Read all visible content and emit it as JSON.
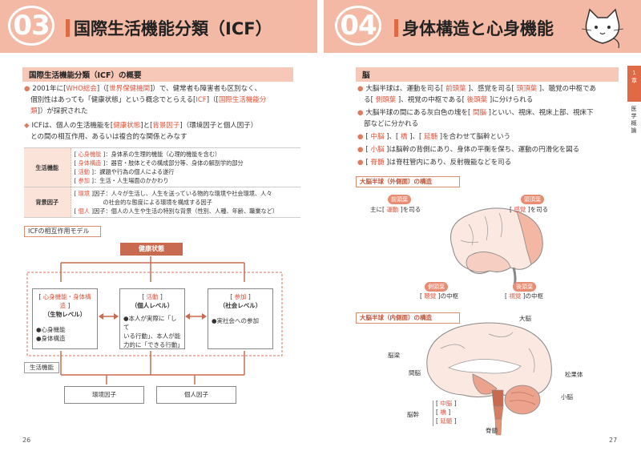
{
  "left": {
    "chapter_num": "03",
    "chapter_title": "国際生活機能分類（ICF）",
    "section_pill": "国際生活機能分類（ICF）の概要",
    "para1_a": "2001年に",
    "para1_who": "WHO総会",
    "para1_b": "（",
    "para1_whoorg": "世界保健機関",
    "para1_c": "）で、健常者も障害者も区別なく、",
    "para1_line2a": "個別性はあっても「健康状態」という概念でとらえる",
    "para1_icf": "ICF",
    "para1_line2b": "（",
    "para1_icfname": "国際生活機能分",
    "para1_line3a": "類",
    "para1_line3b": "）が採択された",
    "para2_a": "ICFは、個人の生活機能を",
    "para2_health": "健康状態",
    "para2_b": "と",
    "para2_bg": "背景因子",
    "para2_c": "（環境因子と個人因子）",
    "para2_line2": "との間の相互作用、あるいは複合的な関係とみなす",
    "table": {
      "row1_head": "生活機能",
      "row1_lines": [
        {
          "key": "心身機能",
          "text": "：身体系の生理的機能（心理的機能を含む）"
        },
        {
          "key": "身体構造",
          "text": "：器官・肢体とその構成部分等、身体の解剖学的部分"
        },
        {
          "key": "活動",
          "text": "：課題や行為の個人による遂行"
        },
        {
          "key": "参加",
          "text": "：生活・人生場面のかかわり"
        }
      ],
      "row2_head": "背景因子",
      "row2_env_key": "環境",
      "row2_env_text1": "因子：人々が生活し、人生を送っている物的な環境や社会環境、人々",
      "row2_env_text2": "の社会的な態度による環境を構成する因子",
      "row2_pers_key": "個人",
      "row2_pers_text": "因子：個人の人生や生活の特別な背景（性別、人種、年齢、職業など）"
    },
    "model_title": "ICFの相互作用モデル",
    "model": {
      "health": "健康状態",
      "body_key": "心身機能・身体構造",
      "body_level": "（生物レベル）",
      "body_item1": "●心身機能",
      "body_item2": "●身体構造",
      "act_key": "活動",
      "act_level": "（個人レベル）",
      "act_item1": "●本人が実際に「して",
      "act_item2": "いる行動」、本人が能",
      "act_item3": "力的に「できる行動」",
      "part_key": "参加",
      "part_level": "（社会レベル）",
      "part_item1": "●実社会への参加",
      "life_label": "生活機能",
      "env": "環境因子",
      "pers": "個人因子"
    },
    "page_num": "26"
  },
  "right": {
    "chapter_num": "04",
    "chapter_title": "身体構造と心身機能",
    "section_pill": "脳",
    "b1_a": "大脳半球は、運動を司る",
    "b1_frontal": "前頭葉",
    "b1_b": "、感覚を司る",
    "b1_parietal": "頭頂葉",
    "b1_c": "、聴覚の中枢であ",
    "b1_line2a": "る",
    "b1_temporal": "側頭葉",
    "b1_line2b": "、視覚の中枢である",
    "b1_occipital": "後頭葉",
    "b1_line2c": "に分けられる",
    "b2_a": "大脳半球の間にある灰白色の塊を",
    "b2_dien": "間脳",
    "b2_b": "といい、視床、視床上部、視床下",
    "b2_line2": "部などに分かれる",
    "b3_mid": "中脳",
    "b3_pons": "橋",
    "b3_med": "延髄",
    "b3_text": "を合わせて脳幹という",
    "b4_cer": "小脳",
    "b4_text": "は脳幹の背側にあり、身体の平衡を保ち、運動の円滑化を図る",
    "b5_sc": "脊髄",
    "b5_text": "は脊柱管内にあり、反射機能などを司る",
    "fig1_title": "大脳半球（外側面）の構造",
    "fig1": {
      "frontal_tag": "前頭葉",
      "frontal_a": "主に",
      "frontal_k": "運動",
      "frontal_b": "を司る",
      "parietal_tag": "頭頂葉",
      "parietal_k": "感覚",
      "parietal_b": "を司る",
      "temporal_tag": "側頭葉",
      "temporal_k": "聴覚",
      "temporal_b": "の中枢",
      "occipital_tag": "後頭葉",
      "occipital_k": "視覚",
      "occipital_b": "の中枢"
    },
    "fig2_title": "大脳半球（内側面）の構造",
    "fig2": {
      "cerebrum": "大脳",
      "corpus": "脳梁",
      "dien": "間脳",
      "pineal": "松果体",
      "cerebellum": "小脳",
      "brainstem": "脳幹",
      "mid": "中脳",
      "pons": "橋",
      "med": "延髄",
      "spinal": "脊髄"
    },
    "side_tab_num": "1",
    "side_tab_ch": "章",
    "side_sub": "医学概論",
    "page_num": "27"
  },
  "colors": {
    "header_bg": "#f4b9a4",
    "accent": "#e06a46",
    "highlight_text": "#e0533a",
    "model_box_red": "#c86a4f",
    "brain_fill": "#eba38d"
  },
  "icons": [
    "cat-mascot-icon",
    "arrow-icon"
  ]
}
